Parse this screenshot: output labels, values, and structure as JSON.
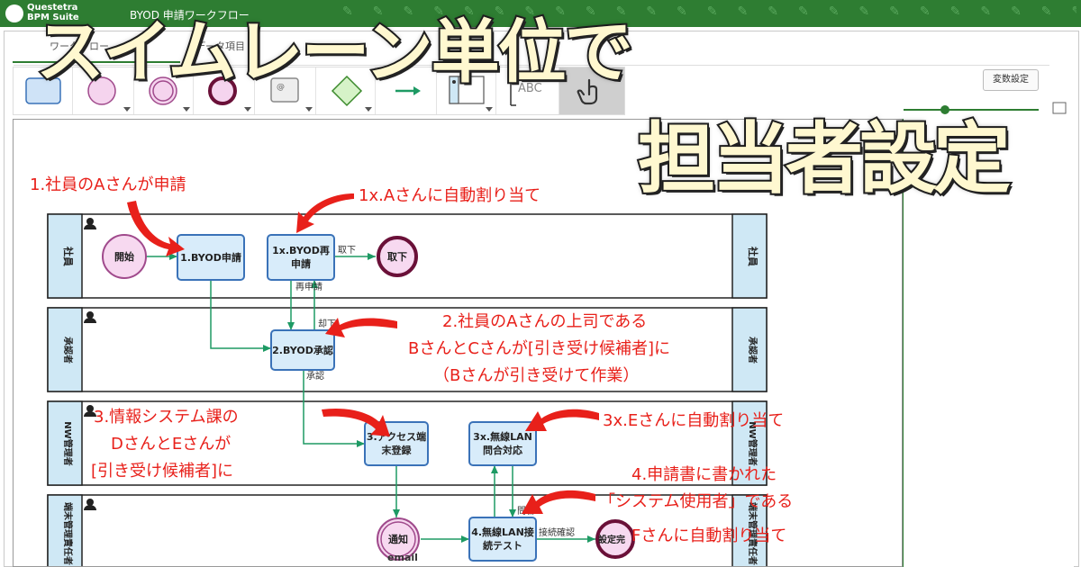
{
  "app": {
    "logo_text": "Questetra\nBPM Suite",
    "breadcrumb": "BYOD 申請ワークフロー"
  },
  "tabs": [
    {
      "label": "ワークフロー"
    },
    {
      "label": "データ項目"
    }
  ],
  "toolbar": {
    "var_button": "変数設定",
    "text_tool": "ABC"
  },
  "headline": {
    "line1": "スイムレーン単位で",
    "line2": "担当者設定"
  },
  "lanes": [
    {
      "label": "社員"
    },
    {
      "label": "承認者"
    },
    {
      "label": "NW管理者"
    },
    {
      "label": "端末管理責任者"
    }
  ],
  "nodes": {
    "start": "開始",
    "byod_request": "1.BYOD申請",
    "byod_rerequest_l1": "1x.BYOD再",
    "byod_rerequest_l2": "申請",
    "withdraw": "取下",
    "byod_approve": "2.BYOD承認",
    "access_reg_l1": "3.アクセス端",
    "access_reg_l2": "末登録",
    "wlan_inquiry_l1": "3x.無線LAN",
    "wlan_inquiry_l2": "問合対応",
    "notify": "通知",
    "notify_sub": "email",
    "wlan_test_l1": "4.無線LAN接",
    "wlan_test_l2": "続テスト",
    "setup_done": "設定完"
  },
  "edges": {
    "withdraw_label": "取下",
    "rerequest_label": "再申請",
    "reject_label": "却下",
    "approve_label": "承認",
    "inquiry_label": "問合",
    "confirm_label": "接続確認"
  },
  "annotations": {
    "a1": "1.社員のAさんが申請",
    "a1x": "1x.Aさんに自動割り当て",
    "a2_l1": "2.社員のAさんの上司である",
    "a2_l2": "BさんとCさんが[引き受け候補者]に",
    "a2_l3": "（Bさんが引き受けて作業）",
    "a3_l1": "3.情報システム課の",
    "a3_l2": "DさんとEさんが",
    "a3_l3": "[引き受け候補者]に",
    "a3x": "3x.Eさんに自動割り当て",
    "a4_l1": "4.申請書に書かれた",
    "a4_l2": "「システム使用者」である",
    "a4_l3": "Fさんに自動割り当て"
  },
  "colors": {
    "appbar": "#2e7d32",
    "annotation": "#e8201a",
    "task_fill": "#d8ecfa",
    "task_stroke": "#3a72b8",
    "event_fill": "#f7d9f0",
    "edge": "#1e9a64",
    "lane_header": "#cfe8f5"
  }
}
